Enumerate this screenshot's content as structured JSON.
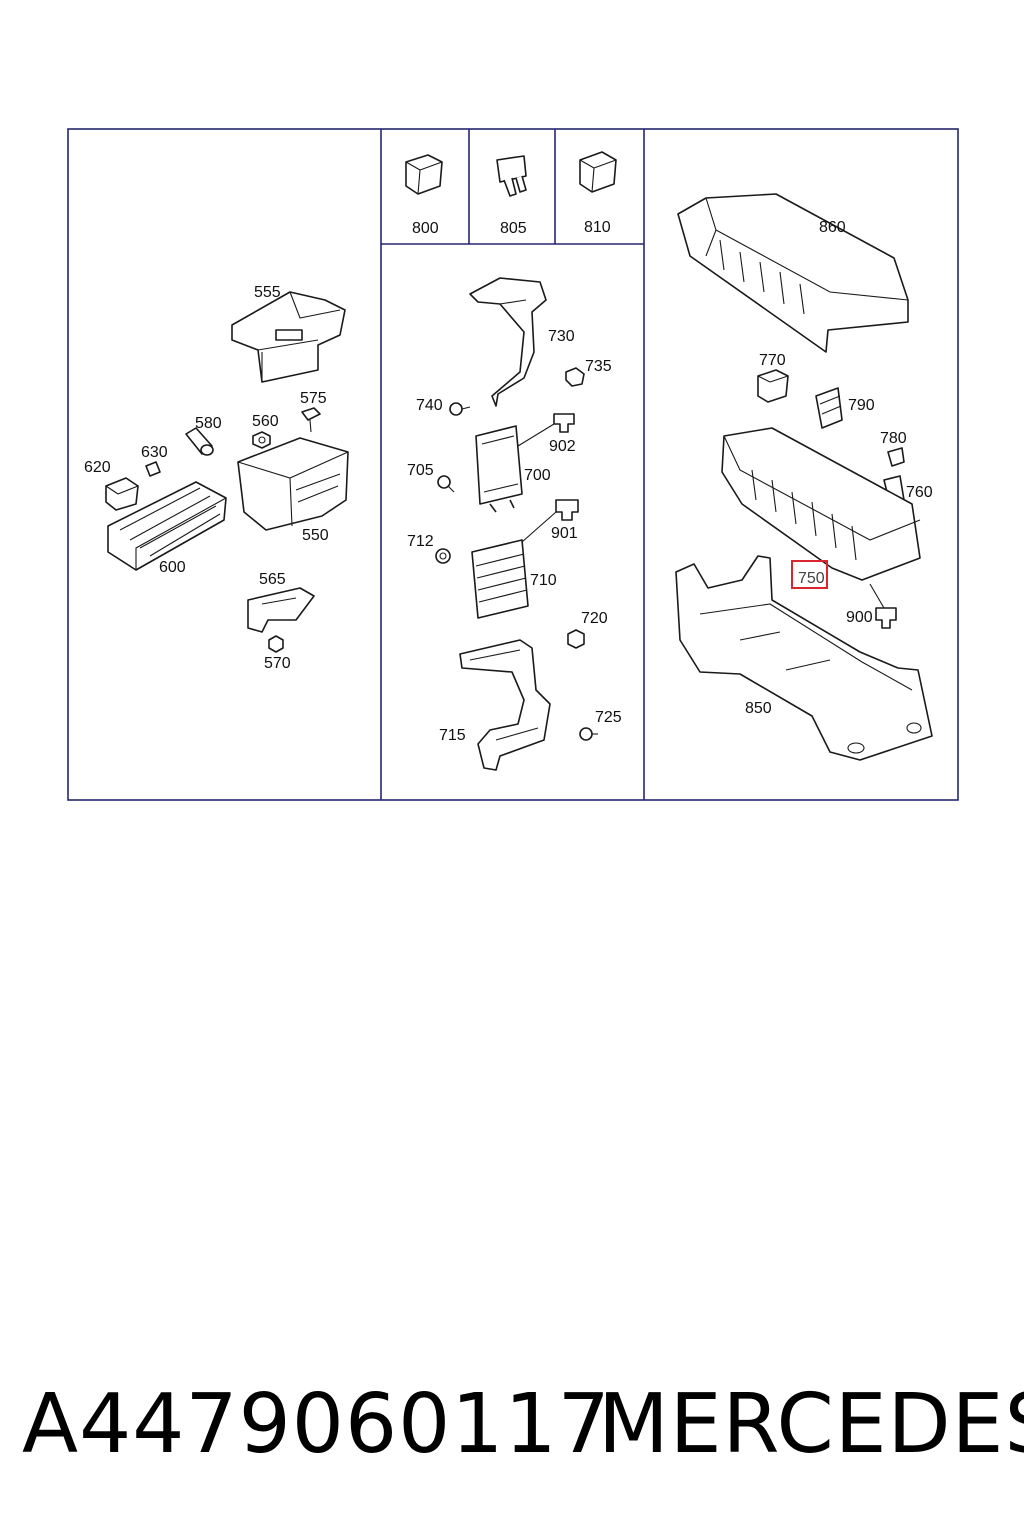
{
  "diagram": {
    "labels": {
      "p555": "555",
      "p575": "575",
      "p580": "580",
      "p560": "560",
      "p630": "630",
      "p620": "620",
      "p550": "550",
      "p600": "600",
      "p565": "565",
      "p570": "570",
      "p800": "800",
      "p805": "805",
      "p810": "810",
      "p730": "730",
      "p735": "735",
      "p740": "740",
      "p902": "902",
      "p705": "705",
      "p700": "700",
      "p901": "901",
      "p712": "712",
      "p710": "710",
      "p720": "720",
      "p725": "725",
      "p715": "715",
      "p860": "860",
      "p770": "770",
      "p790": "790",
      "p780": "780",
      "p760": "760",
      "p750": "750",
      "p900": "900",
      "p850": "850"
    },
    "highlighted_label": "750",
    "colors": {
      "frame": "#26266e",
      "highlight": "#d9262e",
      "line": "#1a1a1a"
    }
  },
  "footer": {
    "part_number": "A4479060117",
    "brand": "MERCEDES"
  }
}
